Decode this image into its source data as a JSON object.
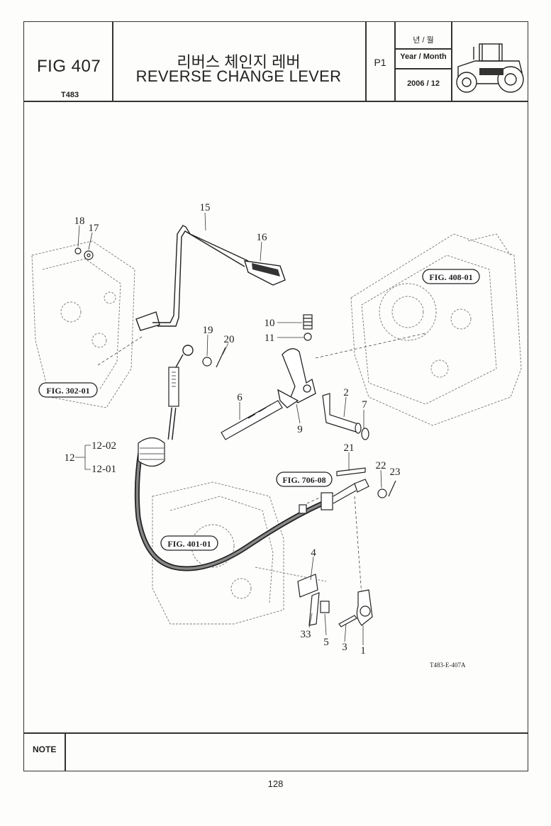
{
  "header": {
    "fig_label": "FIG 407",
    "model": "T483",
    "title_ko": "리버스 체인지 레버",
    "title_en": "REVERSE CHANGE LEVER",
    "page_id": "P1",
    "year_month_ko": "년 / 월",
    "year_month_en": "Year / Month",
    "year_month_value": "2006 / 12",
    "tractor_icon": "tractor-icon"
  },
  "diagram": {
    "drawing_code": "T483-E-407A",
    "fig_refs": [
      "FIG. 408-01",
      "FIG. 302-01",
      "FIG. 706-08",
      "FIG. 401-01"
    ],
    "part_numbers": [
      "15",
      "16",
      "18",
      "17",
      "19",
      "20",
      "10",
      "11",
      "6",
      "9",
      "2",
      "7",
      "21",
      "22",
      "23",
      "4",
      "33",
      "5",
      "3",
      "1"
    ],
    "assembly": {
      "parent": "12",
      "children": [
        "12-02",
        "12-01"
      ]
    }
  },
  "footer": {
    "note_label": "NOTE",
    "page_number": "128"
  }
}
